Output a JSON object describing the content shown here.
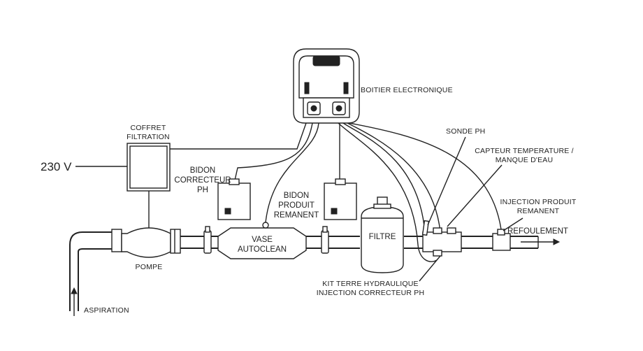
{
  "labels": {
    "boitier": "BOITIER ELECTRONIQUE",
    "coffret_line1": "COFFRET",
    "coffret_line2": "FILTRATION",
    "voltage": "230 V",
    "bidon_ph_line1": "BIDON",
    "bidon_ph_line2": "CORRECTEUR",
    "bidon_ph_line3": "PH",
    "bidon_rem_line1": "BIDON",
    "bidon_rem_line2": "PRODUIT",
    "bidon_rem_line3": "REMANENT",
    "sonde_ph": "SONDE PH",
    "capteur_line1": "CAPTEUR TEMPERATURE /",
    "capteur_line2": "MANQUE D'EAU",
    "injection_rem_line1": "INJECTION PRODUIT",
    "injection_rem_line2": "REMANENT",
    "refoulement": "REFOULEMENT",
    "filtre": "FILTRE",
    "vase_line1": "VASE",
    "vase_line2": "AUTOCLEAN",
    "pompe": "POMPE",
    "aspiration": "ASPIRATION",
    "kit_line1": "KIT TERRE HYDRAULIQUE",
    "kit_line2": "INJECTION CORRECTEUR PH"
  }
}
